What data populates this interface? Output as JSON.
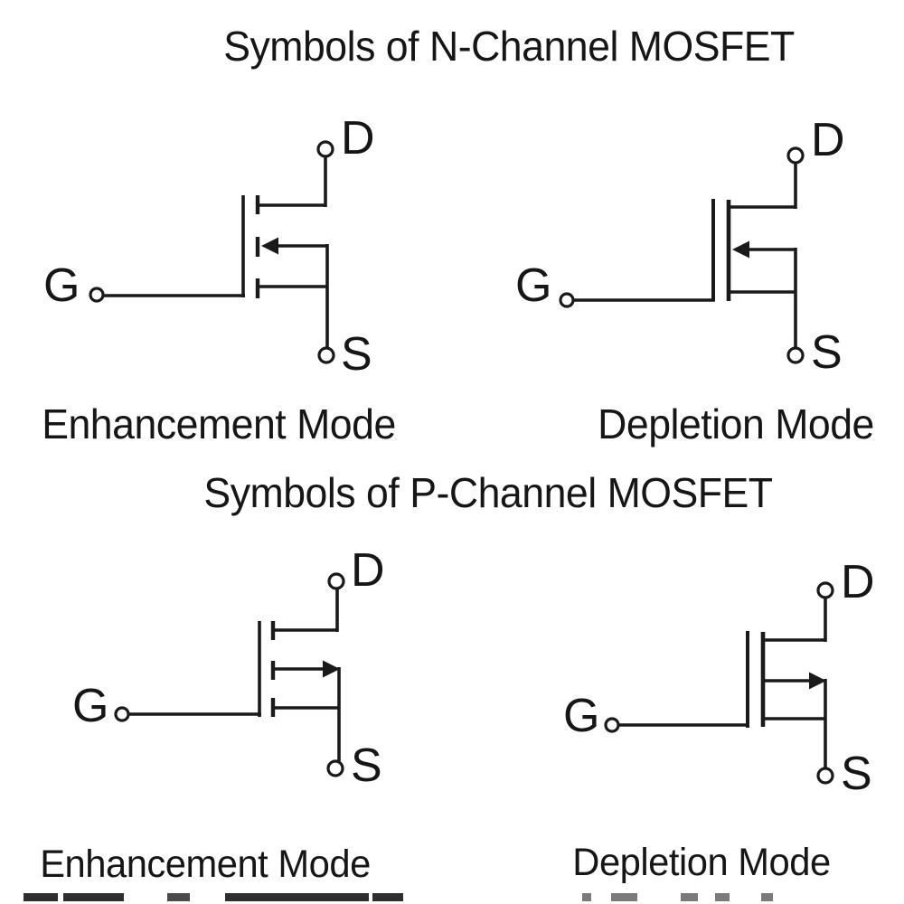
{
  "page": {
    "background": "#ffffff",
    "ink": "#1a1a1a"
  },
  "sections": {
    "n_channel": {
      "title": "Symbols of N-Channel MOSFET",
      "enhancement": {
        "caption": "Enhancement Mode",
        "terminals": {
          "gate": "G",
          "drain": "D",
          "source": "S"
        }
      },
      "depletion": {
        "caption": "Depletion Mode",
        "terminals": {
          "gate": "G",
          "drain": "D",
          "source": "S"
        }
      }
    },
    "p_channel": {
      "title": "Symbols of P-Channel MOSFET",
      "enhancement": {
        "caption": "Enhancement Mode",
        "terminals": {
          "gate": "G",
          "drain": "D",
          "source": "S"
        }
      },
      "depletion": {
        "caption": "Depletion Mode",
        "terminals": {
          "gate": "G",
          "drain": "D",
          "source": "S"
        }
      }
    }
  }
}
